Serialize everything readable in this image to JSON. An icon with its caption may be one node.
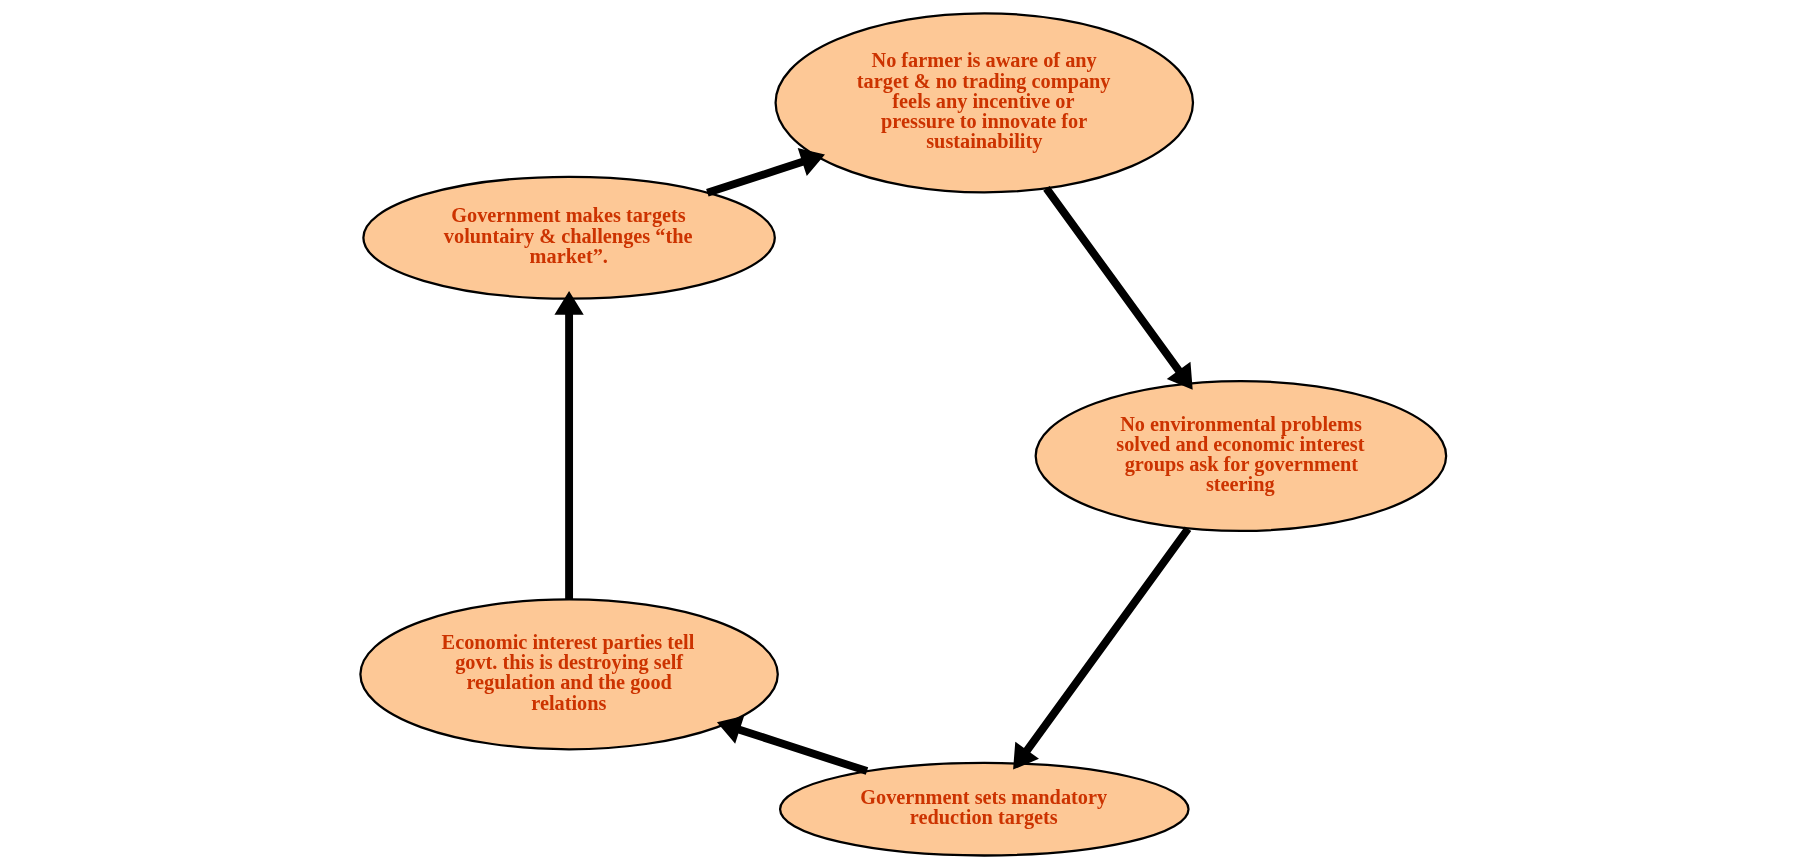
{
  "diagram": {
    "nodes": [
      {
        "text": [
          "Government sets mandatory reduction targets"
        ]
      },
      {
        "text": [
          "Economic interest parties tell govt. this is destroying self regulation and the good relations"
        ]
      },
      {
        "text": [
          "Government makes targets voluntairy & challenges “the market”."
        ]
      },
      {
        "text": [
          "No farmer is aware of any target & no trading company feels any incentive or pressure to innovate for sustainability"
        ]
      },
      {
        "text": [
          "No environmental problems solved and economic interest groups ask for government steering"
        ]
      }
    ],
    "edges": [
      {
        "from": 0,
        "to": 1,
        "arrow": "to"
      },
      {
        "from": 1,
        "to": 2,
        "arrow": "to"
      },
      {
        "from": 2,
        "to": 3,
        "arrow": "to"
      },
      {
        "from": 3,
        "to": 4,
        "arrow": "to"
      },
      {
        "from": 4,
        "to": 0,
        "arrow": "to"
      }
    ]
  }
}
